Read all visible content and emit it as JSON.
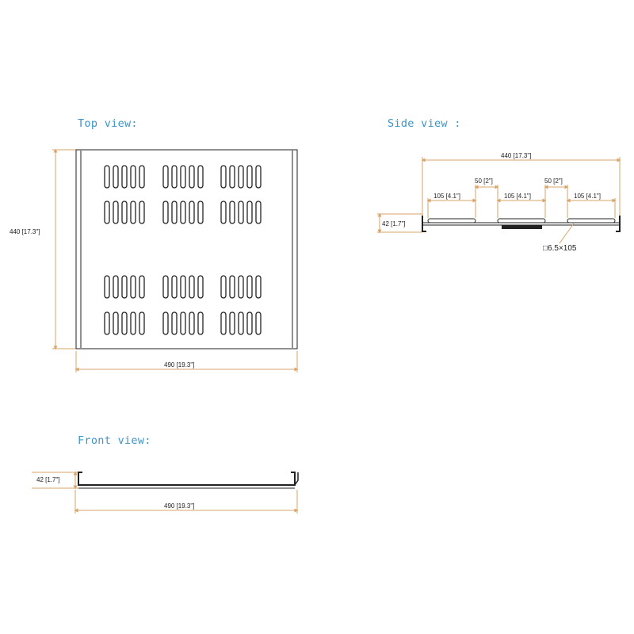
{
  "views": {
    "top": {
      "title": "Top view:"
    },
    "side": {
      "title": "Side view :"
    },
    "front": {
      "title": "Front view:"
    }
  },
  "dimensions": {
    "top_depth": "440 [17.3\"]",
    "top_width": "490 [19.3\"]",
    "side_depth": "440 [17.3\"]",
    "side_slot_a": "105 [4.1\"]",
    "side_gap_a": "50 [2\"]",
    "side_slot_b": "105 [4.1\"]",
    "side_gap_b": "50 [2\"]",
    "side_slot_c": "105 [4.1\"]",
    "side_height": "42 [1.7\"]",
    "side_hole_note": "□6.5×105",
    "front_height": "42 [1.7\"]",
    "front_width": "490 [19.3\"]"
  },
  "colors": {
    "title": "#3b95c8",
    "dimension_line": "#d9a46a",
    "outline": "#222222"
  },
  "vent_pattern": {
    "groups_per_row": 3,
    "slots_per_group": 5,
    "rows": 4
  }
}
